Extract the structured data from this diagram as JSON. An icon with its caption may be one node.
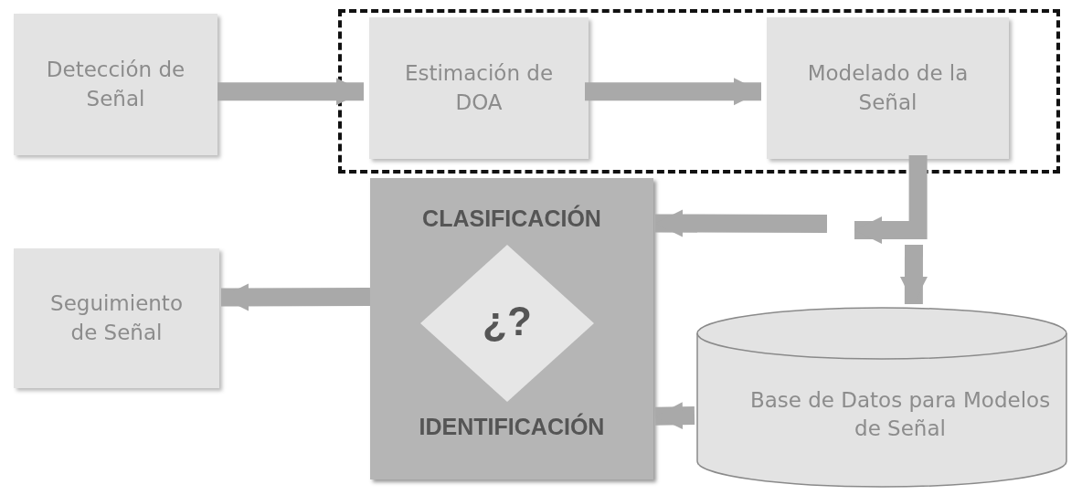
{
  "diagram": {
    "nodes": [
      {
        "text": [
          "Detección de Señal"
        ]
      },
      {
        "text": [],
        "shape": "box"
      },
      {
        "text": [
          "Estimación de DOA"
        ],
        "in": 1
      },
      {
        "text": [
          "Modelado de la Señal"
        ],
        "in": 1
      },
      {
        "text": [
          "CLASIFICACIÓN",
          "IDENTIFICACIÓN"
        ]
      },
      {
        "text": [
          "¿?"
        ],
        "in": 4
      },
      {
        "text": [
          "Seguimiento de Señal"
        ]
      },
      {
        "text": [
          "Base de Datos para Modelos de Señal"
        ]
      }
    ],
    "edges": [
      {
        "from": 0,
        "to": 2,
        "arrow": "to"
      },
      {
        "from": 2,
        "to": 3,
        "arrow": "to"
      },
      {
        "from": 3,
        "to": null,
        "arrow": "to"
      },
      {
        "from": null,
        "to": 4,
        "arrow": "to"
      },
      {
        "from": null,
        "to": 7,
        "arrow": "to"
      },
      {
        "from": 7,
        "to": 4,
        "arrow": "to"
      },
      {
        "from": 4,
        "to": 6,
        "arrow": "to"
      }
    ]
  }
}
